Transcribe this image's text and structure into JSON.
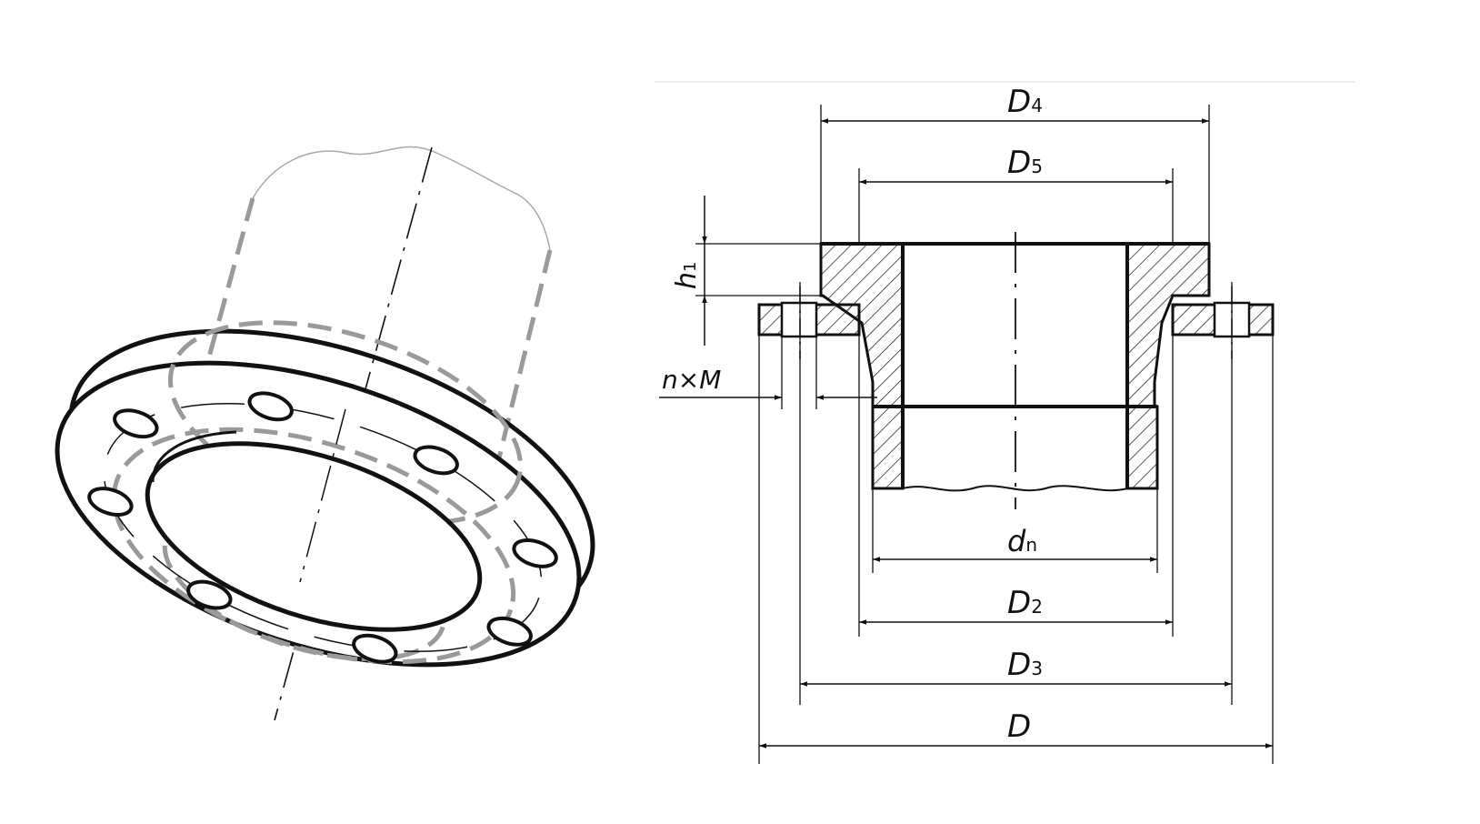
{
  "colors": {
    "ink": "#111111",
    "hidden": "#9a9a9a",
    "background": "#ffffff"
  },
  "section_view": {
    "dimensions": [
      {
        "id": "D4",
        "base": "D",
        "sub": "4"
      },
      {
        "id": "D5",
        "base": "D",
        "sub": "5"
      },
      {
        "id": "h1",
        "base": "h",
        "sub": "1"
      },
      {
        "id": "nM",
        "base": "n×M",
        "sub": ""
      },
      {
        "id": "dn",
        "base": "d",
        "sub": "n"
      },
      {
        "id": "D2",
        "base": "D",
        "sub": "2"
      },
      {
        "id": "D3",
        "base": "D",
        "sub": "3"
      },
      {
        "id": "D",
        "base": "D",
        "sub": ""
      }
    ]
  },
  "isometric_view": {
    "bolt_hole_count": 8
  }
}
